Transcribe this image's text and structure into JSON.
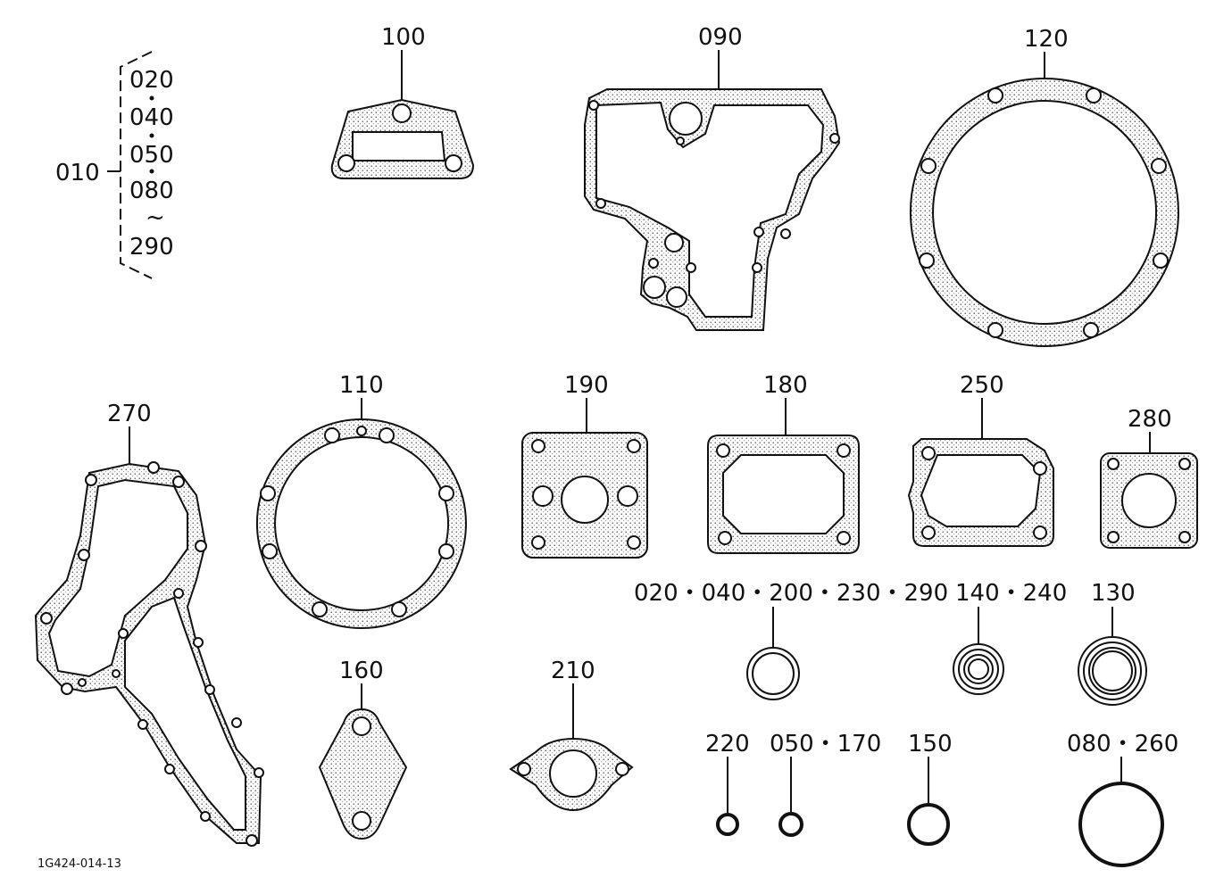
{
  "diagram": {
    "labels": {
      "l010": "010",
      "l020": "020",
      "l040": "040",
      "l050": "050",
      "l080": "080",
      "tilde": "~",
      "l290": "290",
      "l100": "100",
      "l090": "090",
      "l120": "120",
      "l270": "270",
      "l110": "110",
      "l190": "190",
      "l180": "180",
      "l250": "250",
      "l280": "280",
      "l160": "160",
      "l210": "210",
      "lwasher_big": "020・040・200・230・290",
      "l140_240": "140・240",
      "l130": "130",
      "l220": "220",
      "l050_170": "050・170",
      "l150": "150",
      "l080_260": "080・260"
    },
    "drawing_id": "1G424-014-13"
  }
}
